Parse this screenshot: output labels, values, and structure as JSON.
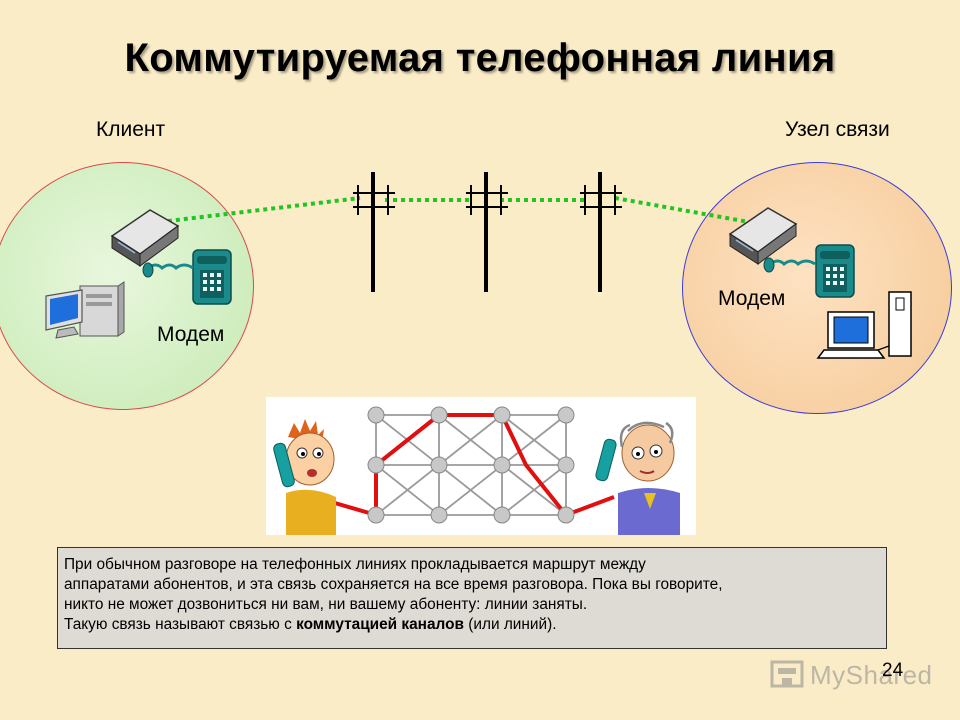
{
  "title": "Коммутируемая телефонная линия",
  "client_label": "Клиент",
  "node_label": "Узел связи",
  "modem_left_label": "Модем",
  "modem_right_label": "Модем",
  "info": {
    "line1": "При обычном разговоре на телефонных линиях прокладывается маршрут между",
    "line2": "аппаратами абонентов, и эта связь сохраняется на все время разговора. Пока вы говорите,",
    "line3": "никто не может дозвониться ни вам, ни вашему абоненту: линии заняты.",
    "line4_prefix": "Такую связь называют связью с ",
    "line4_bold": "коммутацией каналов",
    "line4_suffix": " (или линий)."
  },
  "page_number": "24",
  "watermark": "MyShared",
  "colors": {
    "background": "#fbecc8",
    "dotted_line": "#22c422",
    "route": "#e01010",
    "left_circle_border": "#d84a4a",
    "right_circle_border": "#3c3cd8"
  }
}
